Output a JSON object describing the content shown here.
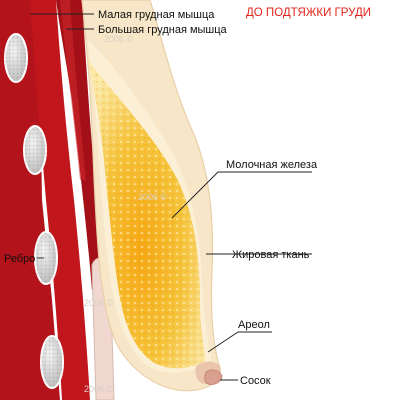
{
  "title": "ДО ПОДТЯЖКИ ГРУДИ",
  "labels": {
    "minor_muscle": "Малая грудная мышца",
    "major_muscle": "Большая грудная мышца",
    "gland": "Молочная железа",
    "fat": "Жировая ткань",
    "rib": "Ребро",
    "areola": "Ареол",
    "nipple": "Сосок"
  },
  "watermark": "2006 ©",
  "colors": {
    "title": "#e3241b",
    "rib_band": "#b3131a",
    "minor_muscle": "#c2161d",
    "major_muscle": "#b01219",
    "skin": "#f7e7c8",
    "gland": "#f2b51f",
    "rib_bone": "#d9d9d9",
    "leader": "#222222"
  },
  "icons": {
    "rib": "rib-bone-icon",
    "nipple": "nipple-icon"
  }
}
